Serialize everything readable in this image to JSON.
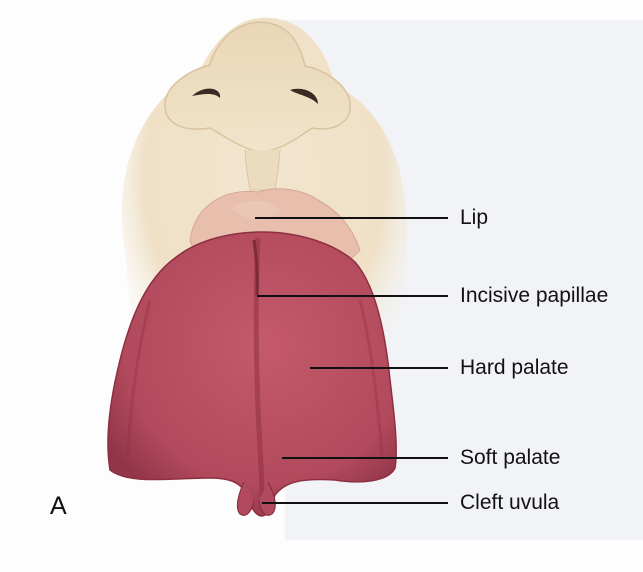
{
  "figure": {
    "panel_letter": "A",
    "labels": {
      "lip": "Lip",
      "incisive_papillae": "Incisive papillae",
      "hard_palate": "Hard palate",
      "soft_palate": "Soft palate",
      "cleft_uvula": "Cleft uvula"
    }
  },
  "colors": {
    "skin": "#efe0c6",
    "lip": "#e7bfac",
    "palate": "#b84f60",
    "palate_dark": "#8e2f41",
    "leader_line": "#111111"
  }
}
